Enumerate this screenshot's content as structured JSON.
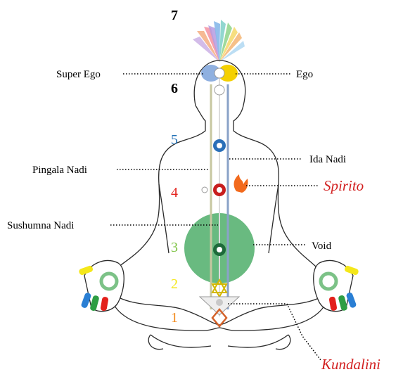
{
  "chakra_numbers": [
    {
      "id": "7",
      "text": "7",
      "color": "#000000"
    },
    {
      "id": "6",
      "text": "6",
      "color": "#000000"
    },
    {
      "id": "5",
      "text": "5",
      "color": "#1f6fb5"
    },
    {
      "id": "4",
      "text": "4",
      "color": "#e3201b"
    },
    {
      "id": "3",
      "text": "3",
      "color": "#7cc242"
    },
    {
      "id": "2",
      "text": "2",
      "color": "#f4e71a"
    },
    {
      "id": "1",
      "text": "1",
      "color": "#f28a1d"
    }
  ],
  "labels": {
    "super_ego": "Super Ego",
    "ego": "Ego",
    "ida_nadi": "Ida Nadi",
    "pingala_nadi": "Pingala Nadi",
    "spirito": "Spirito",
    "sushumna_nadi": "Sushumna Nadi",
    "void": "Void",
    "kundalini": "Kundalini"
  },
  "colors": {
    "italic_accent": "#d21f1f",
    "void": "#4fae6a",
    "chakra_dark": "#1e6a3a",
    "ida_channel": "#8aa2c8",
    "pingala_channel": "#c7c7a0",
    "outline": "#2a2a2a"
  }
}
